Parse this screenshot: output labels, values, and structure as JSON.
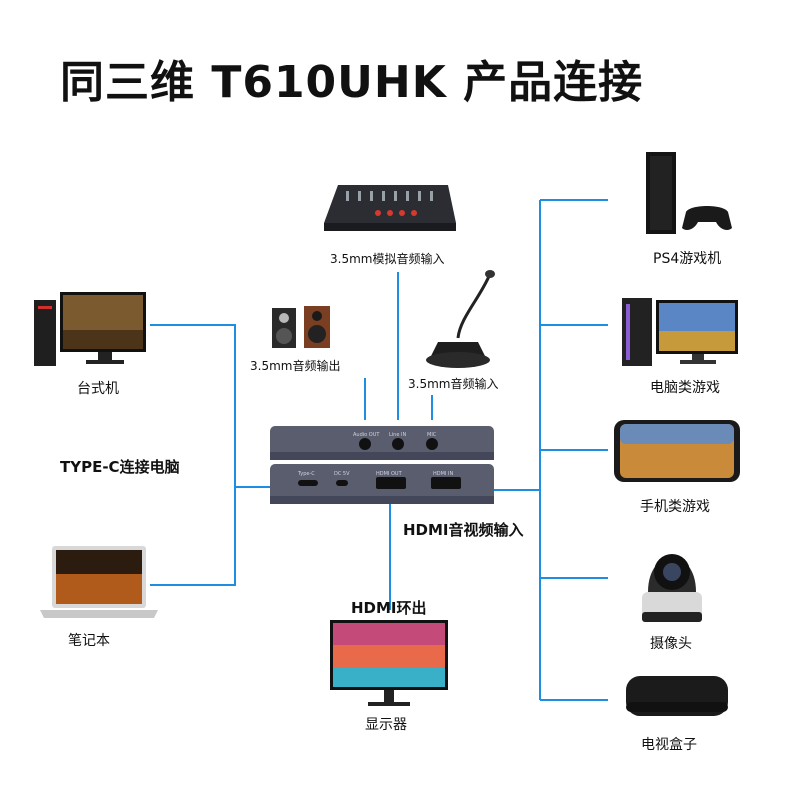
{
  "title": "同三维 T610UHK 产品连接",
  "labels": {
    "analog_in": "3.5mm模拟音频输入",
    "audio_out": "3.5mm音频输出",
    "audio_in": "3.5mm音频输入",
    "desktop": "台式机",
    "typec": "TYPE-C连接电脑",
    "laptop": "笔记本",
    "hdmi_in": "HDMI音视频输入",
    "hdmi_loop": "HDMI环出",
    "monitor": "显示器",
    "ps4": "PS4游戏机",
    "pc_game": "电脑类游戏",
    "phone_game": "手机类游戏",
    "camera": "摄像头",
    "tvbox": "电视盒子"
  },
  "device_ports": {
    "top": [
      "Audio OUT",
      "Line IN",
      "MIC"
    ],
    "bottom": [
      "Type-C",
      "DC 5V",
      "HDMI OUT",
      "HDMI IN"
    ]
  },
  "colors": {
    "line": "#1e8fe0",
    "device": "#5a5d6e"
  }
}
